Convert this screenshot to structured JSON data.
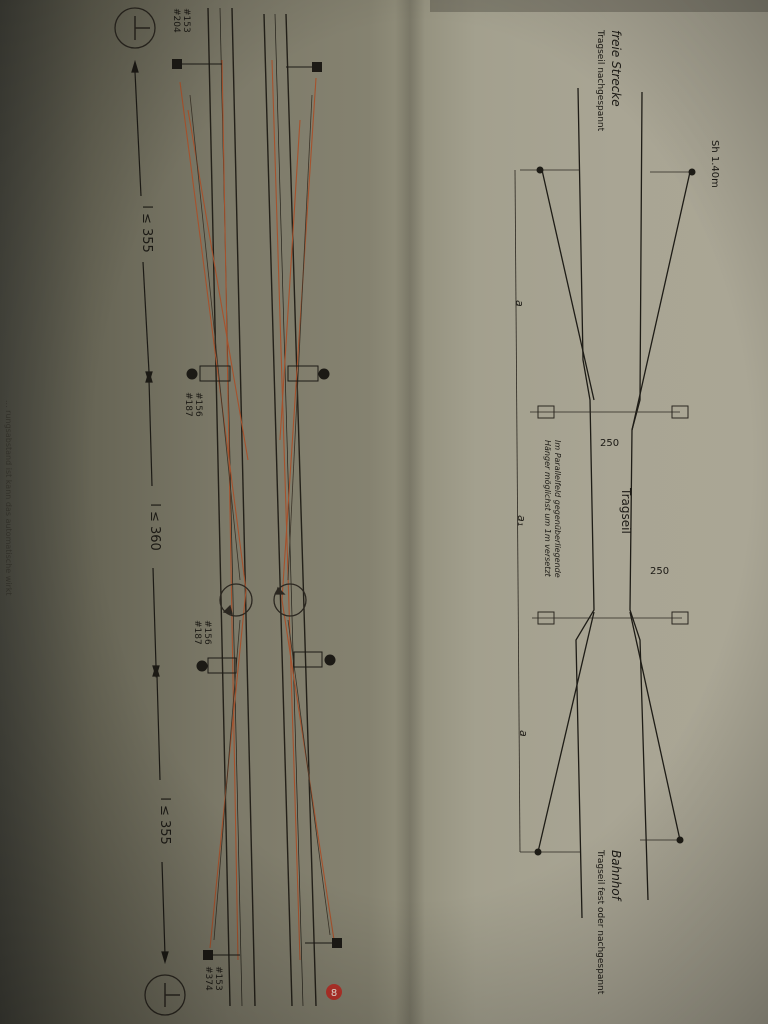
{
  "left_plan": {
    "spans": [
      "l ≤ 355",
      "l ≤ 360",
      "l ≤ 355"
    ],
    "mast_numbers": {
      "top_left": [
        "#153",
        "#204"
      ],
      "mid_upper": [
        "#156",
        "#187"
      ],
      "mid_lower": [
        "#156",
        "#187"
      ],
      "bottom_left": [
        "#153",
        "#374"
      ]
    },
    "sheet_marker": "8"
  },
  "right_plan": {
    "top_section": [
      "freie Strecke",
      "Tragseil nachgespannt"
    ],
    "bottom_section": [
      "Bahnhof",
      "Tragseil fest oder nachgespannt"
    ],
    "mast_distance": "Sh 1.40m",
    "offsets": [
      "250",
      "250"
    ],
    "spans": [
      "a",
      "a₁",
      "a"
    ],
    "carrier_label": "Tragseil",
    "note": [
      "Im Parallelfeld gegenüberliegende",
      "Hänger möglichst um 1m versetzt"
    ]
  },
  "footer_text": "... rungsabstand ist kann das automatische wirkt"
}
